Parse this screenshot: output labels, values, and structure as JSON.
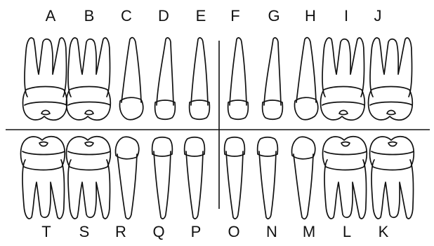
{
  "chart": {
    "upper_labels": [
      "A",
      "B",
      "C",
      "D",
      "E",
      "F",
      "G",
      "H",
      "I",
      "J"
    ],
    "lower_labels": [
      "T",
      "S",
      "R",
      "Q",
      "P",
      "O",
      "N",
      "M",
      "L",
      "K"
    ],
    "upper_types": [
      "molar",
      "molar",
      "canine",
      "incisor",
      "incisor",
      "incisor",
      "incisor",
      "canine",
      "molar",
      "molar"
    ],
    "lower_types": [
      "molar",
      "molar",
      "canine",
      "incisor",
      "incisor",
      "incisor",
      "incisor",
      "canine",
      "molar",
      "molar"
    ]
  }
}
